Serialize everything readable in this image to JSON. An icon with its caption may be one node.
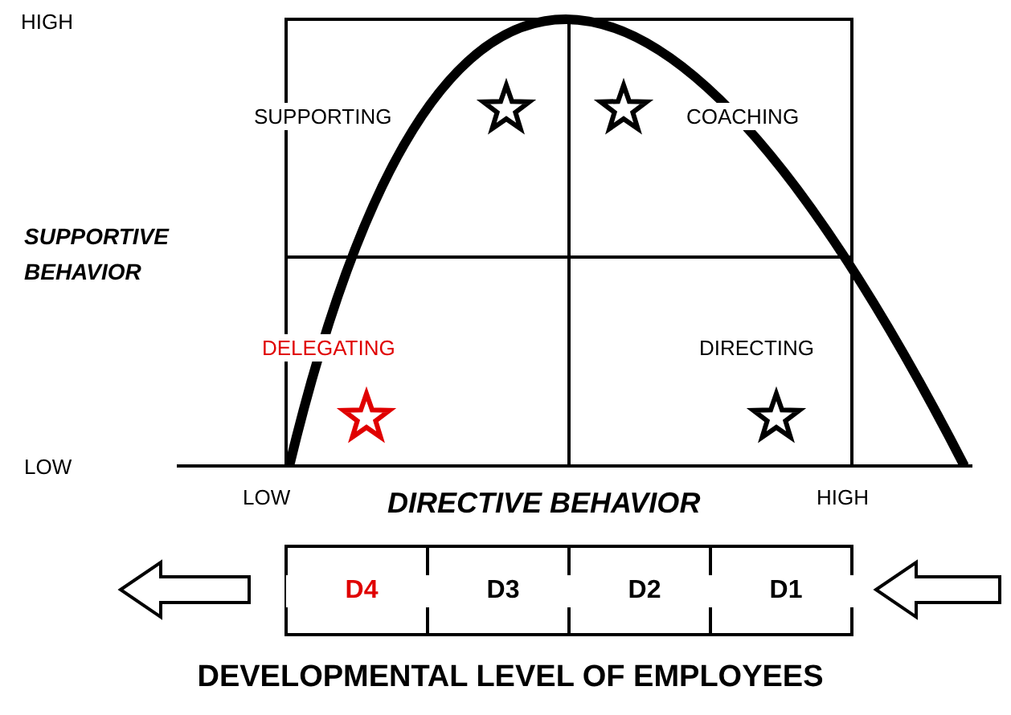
{
  "diagram": {
    "labels": [
      "HIGH",
      "SUPPORTING",
      "COACHING",
      "SUPPORTIVE BEHAVIOR",
      "DELEGATING",
      "DIRECTING",
      "LOW",
      "LOW",
      "DIRECTIVE BEHAVIOR",
      "HIGH",
      "D4",
      "D3",
      "D2",
      "D1",
      "DEVELOPMENTAL LEVEL OF EMPLOYEES"
    ]
  }
}
